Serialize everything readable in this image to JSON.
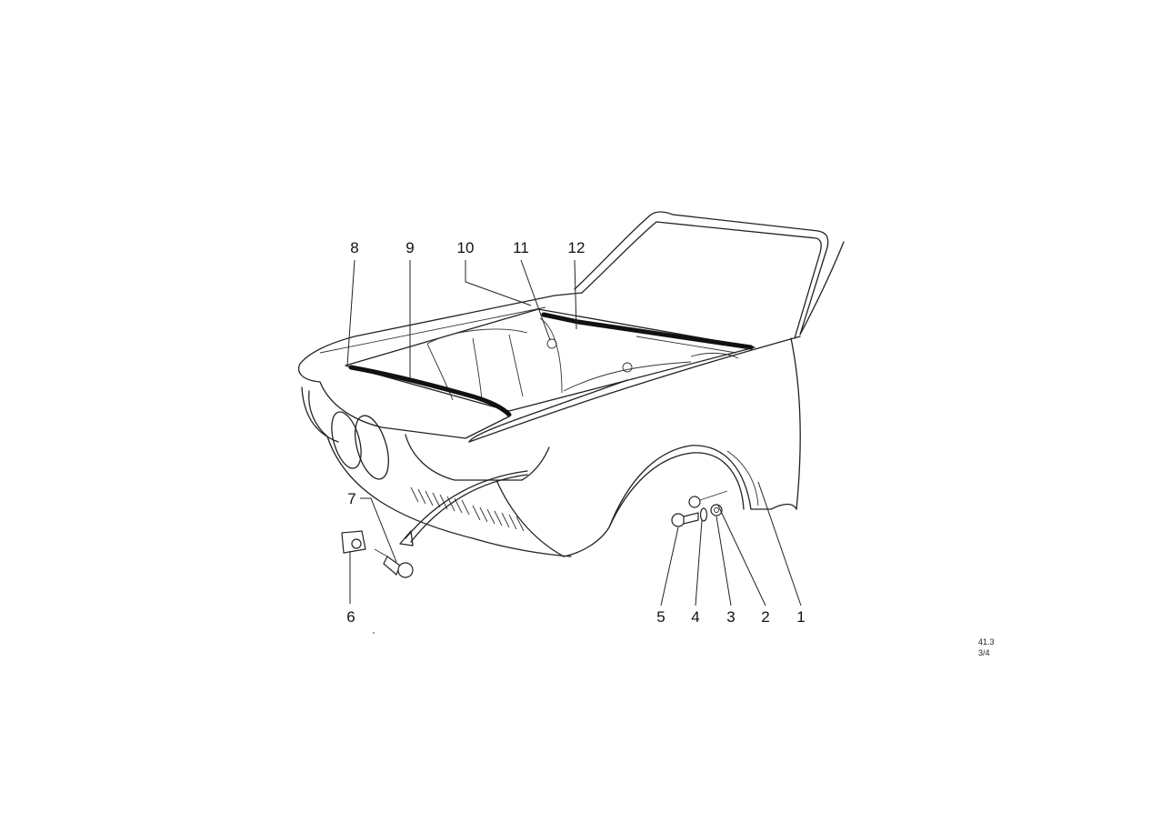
{
  "callouts": [
    "1",
    "2",
    "3",
    "4",
    "5",
    "6",
    "7",
    "8",
    "9",
    "10",
    "11",
    "12"
  ],
  "diagram_code": {
    "line1": "41.3",
    "line2": "3/4"
  },
  "icons": {
    "drawing": "car-front-body-exploded-drawing"
  }
}
